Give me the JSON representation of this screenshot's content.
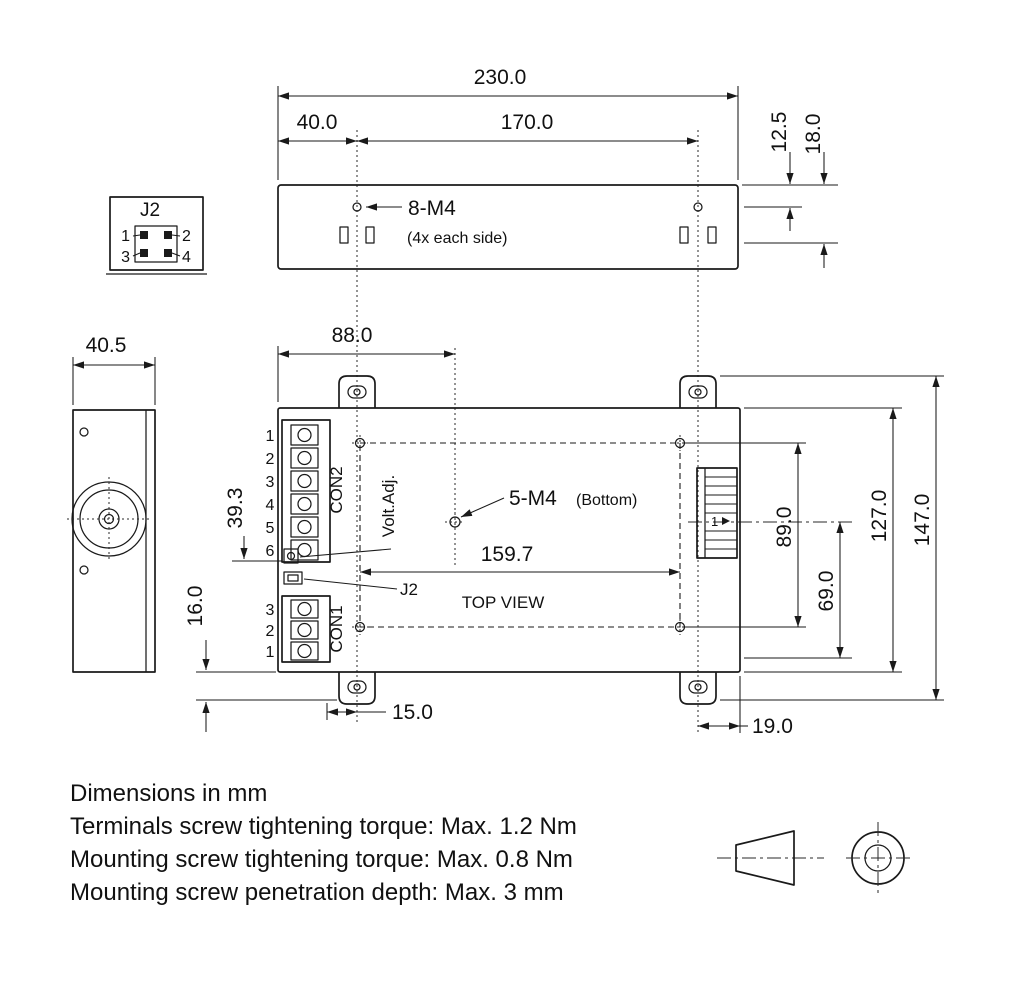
{
  "dims": {
    "d230": "230.0",
    "d40": "40.0",
    "d170": "170.0",
    "d125": "12.5",
    "d18": "18.0",
    "d405": "40.5",
    "d88": "88.0",
    "d393": "39.3",
    "d16": "16.0",
    "d1597": "159.7",
    "d15": "15.0",
    "d19": "19.0",
    "d89": "89.0",
    "d69": "69.0",
    "d127": "127.0",
    "d147": "147.0"
  },
  "callouts": {
    "top_holes": "8-M4",
    "top_holes_note": "(4x each side)",
    "bottom_holes": "5-M4",
    "bottom_holes_note": "(Bottom)",
    "volt_adj": "Volt.Adj.",
    "j2": "J2",
    "top_view": "TOP VIEW",
    "pin1": "1"
  },
  "connectors": {
    "j2_detail": {
      "label": "J2",
      "pins": [
        "1",
        "2",
        "3",
        "4"
      ]
    },
    "con2": {
      "label": "CON2",
      "pins": [
        "1",
        "2",
        "3",
        "4",
        "5",
        "6"
      ]
    },
    "con1": {
      "label": "CON1",
      "pins": [
        "3",
        "2",
        "1"
      ]
    }
  },
  "notes": [
    "Dimensions in mm",
    "Terminals screw tightening torque: Max. 1.2 Nm",
    "Mounting screw tightening torque: Max. 0.8 Nm",
    "Mounting screw penetration depth: Max. 3 mm"
  ]
}
